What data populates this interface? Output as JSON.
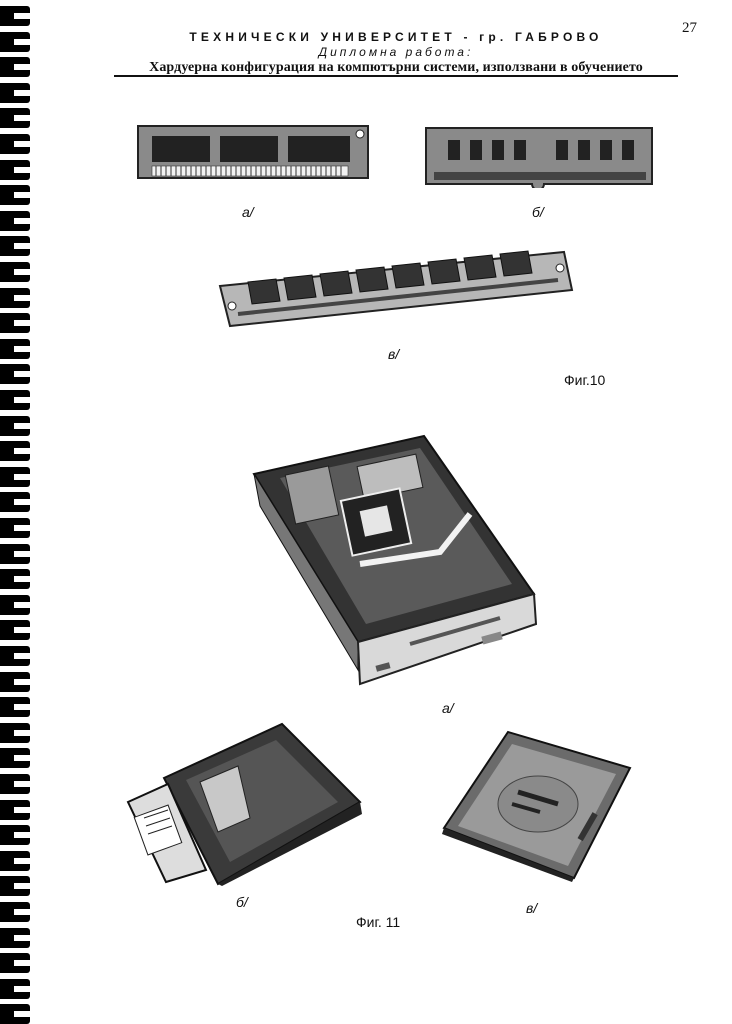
{
  "page_number": "27",
  "header": {
    "university": "ТЕХНИЧЕСКИ УНИВЕРСИТЕТ - гр. ГАБРОВО",
    "subtitle": "Дипломна работа:",
    "thesis_title": "Хардуерна конфигурация на компютърни системи, използвани в обучението"
  },
  "figure10": {
    "label_a": "а/",
    "label_b": "б/",
    "label_v": "в/",
    "caption": "Фиг.10"
  },
  "figure11": {
    "label_a": "а/",
    "label_b": "б/",
    "label_v": "в/",
    "caption": "Фиг. 11"
  }
}
